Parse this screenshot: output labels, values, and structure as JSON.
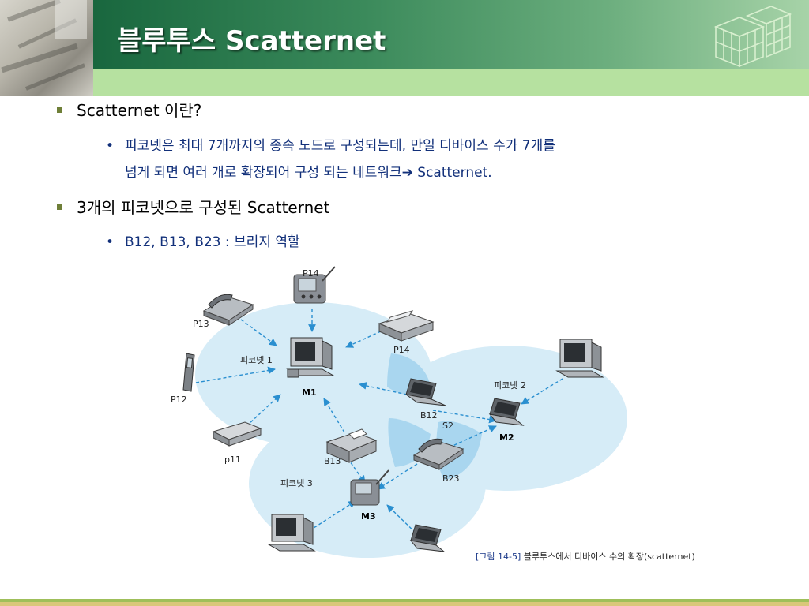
{
  "slide": {
    "title": "블루투스 Scatternet"
  },
  "bullets": [
    {
      "text": "Scatternet 이란?",
      "sub": [
        {
          "line1": "피코넷은 최대 7개까지의 종속 노드로 구성되는데, 만일 디바이스 수가 7개를",
          "line2": "넘게 되면 여러 개로 확장되어 구성 되는 네트워크",
          "arrow": "➔",
          "line2_end": " Scatternet."
        }
      ]
    },
    {
      "text": "3개의 피코넷으로 구성된 Scatternet",
      "sub": [
        {
          "line1": "B12, B13, B23 : 브리지 역할"
        }
      ]
    }
  ],
  "bullet_glyph": "•",
  "diagram": {
    "labels": {
      "p14_top": "P14",
      "p13": "P13",
      "p14_right": "P14",
      "piconet1": "피코넷 1",
      "m1": "M1",
      "p12": "P12",
      "b12": "B12",
      "s2": "S2",
      "piconet2": "피코넷 2",
      "m2": "M2",
      "p11": "p11",
      "b13": "B13",
      "b23": "B23",
      "piconet3": "피코넷 3",
      "m3": "M3"
    },
    "caption_ref": "[그림 14-5]",
    "caption_text": " 블루투스에서 디바이스 수의 확장(scatternet)"
  },
  "colors": {
    "header_dark": "#0f5a34",
    "subbar": "#b6e1a0",
    "body_text_blue": "#12307a",
    "bullet_square": "#6f7f38",
    "piconet_fill": "#d6ecf7",
    "overlap_fill": "#a9d6ef",
    "arrow": "#2a8fd0"
  }
}
